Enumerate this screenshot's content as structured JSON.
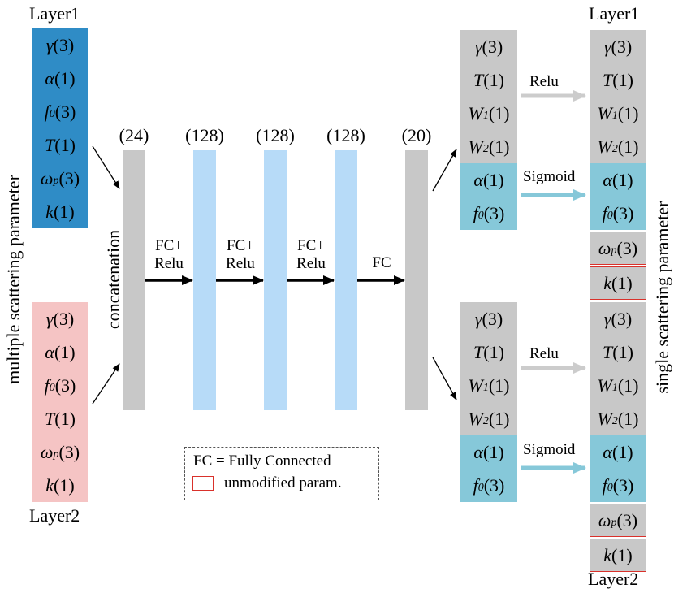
{
  "input": {
    "layer1_title": "Layer1",
    "layer2_title": "Layer2",
    "side_label": "multiple scattering parameter",
    "layer1_params": [
      {
        "sym": "γ",
        "sub": "",
        "n": "(3)"
      },
      {
        "sym": "α",
        "sub": "",
        "n": "(1)"
      },
      {
        "sym": "f",
        "sub": "0",
        "n": "(3)"
      },
      {
        "sym": "T",
        "sub": "",
        "n": "(1)"
      },
      {
        "sym": "ω",
        "sub": "p",
        "n": "(3)"
      },
      {
        "sym": "k",
        "sub": "",
        "n": "(1)"
      }
    ],
    "layer2_params": [
      {
        "sym": "γ",
        "sub": "",
        "n": "(3)"
      },
      {
        "sym": "α",
        "sub": "",
        "n": "(1)"
      },
      {
        "sym": "f",
        "sub": "0",
        "n": "(3)"
      },
      {
        "sym": "T",
        "sub": "",
        "n": "(1)"
      },
      {
        "sym": "ω",
        "sub": "p",
        "n": "(3)"
      },
      {
        "sym": "k",
        "sub": "",
        "n": "(1)"
      }
    ]
  },
  "network": {
    "concat_label": "concatenation",
    "layer_sizes": [
      "(24)",
      "(128)",
      "(128)",
      "(128)",
      "(20)"
    ],
    "arrow_labels": [
      "FC+\nRelu",
      "FC+\nRelu",
      "FC+\nRelu",
      "FC"
    ]
  },
  "output": {
    "left_params_gray": [
      {
        "sym": "γ",
        "sub": "",
        "n": "(3)"
      },
      {
        "sym": "T",
        "sub": "",
        "n": "(1)"
      },
      {
        "sym": "W",
        "sub": "1",
        "n": "(1)"
      },
      {
        "sym": "W",
        "sub": "2",
        "n": "(1)"
      }
    ],
    "left_params_teal": [
      {
        "sym": "α",
        "sub": "",
        "n": "(1)"
      },
      {
        "sym": "f",
        "sub": "0",
        "n": "(3)"
      }
    ],
    "right_params_extra": [
      {
        "sym": "ω",
        "sub": "p",
        "n": "(3)"
      },
      {
        "sym": "k",
        "sub": "",
        "n": "(1)"
      }
    ],
    "relu_label": "Relu",
    "sigmoid_label": "Sigmoid",
    "layer1_title": "Layer1",
    "layer2_title": "Layer2",
    "side_label": "single scattering parameter"
  },
  "legend": {
    "fc_text": "FC = Fully Connected",
    "unmodified_text": "unmodified param."
  },
  "colors": {
    "layer1_input": "#2f8cc6",
    "layer2_input": "#f5c4c4",
    "gray": "#c8c8c8",
    "light_blue": "#b7dbf8",
    "teal": "#86c8d9",
    "unmodified_border": "#d9312b",
    "relu_arrow": "#cccccc",
    "sigmoid_arrow": "#86c8d9"
  }
}
